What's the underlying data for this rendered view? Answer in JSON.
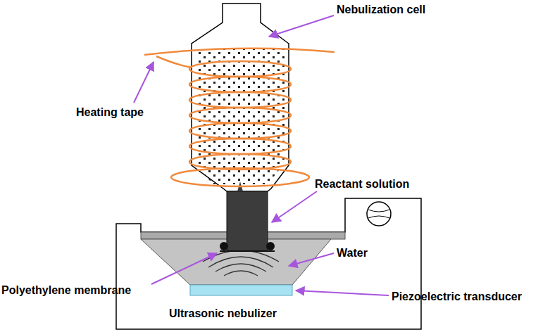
{
  "diagram": {
    "labels": [
      "Nebulization cell",
      "Heating tape",
      "Reactant solution",
      "Water",
      "Polyethylene membrane",
      "Piezoelectric transducer",
      "Ultrasonic nebulizer"
    ]
  }
}
